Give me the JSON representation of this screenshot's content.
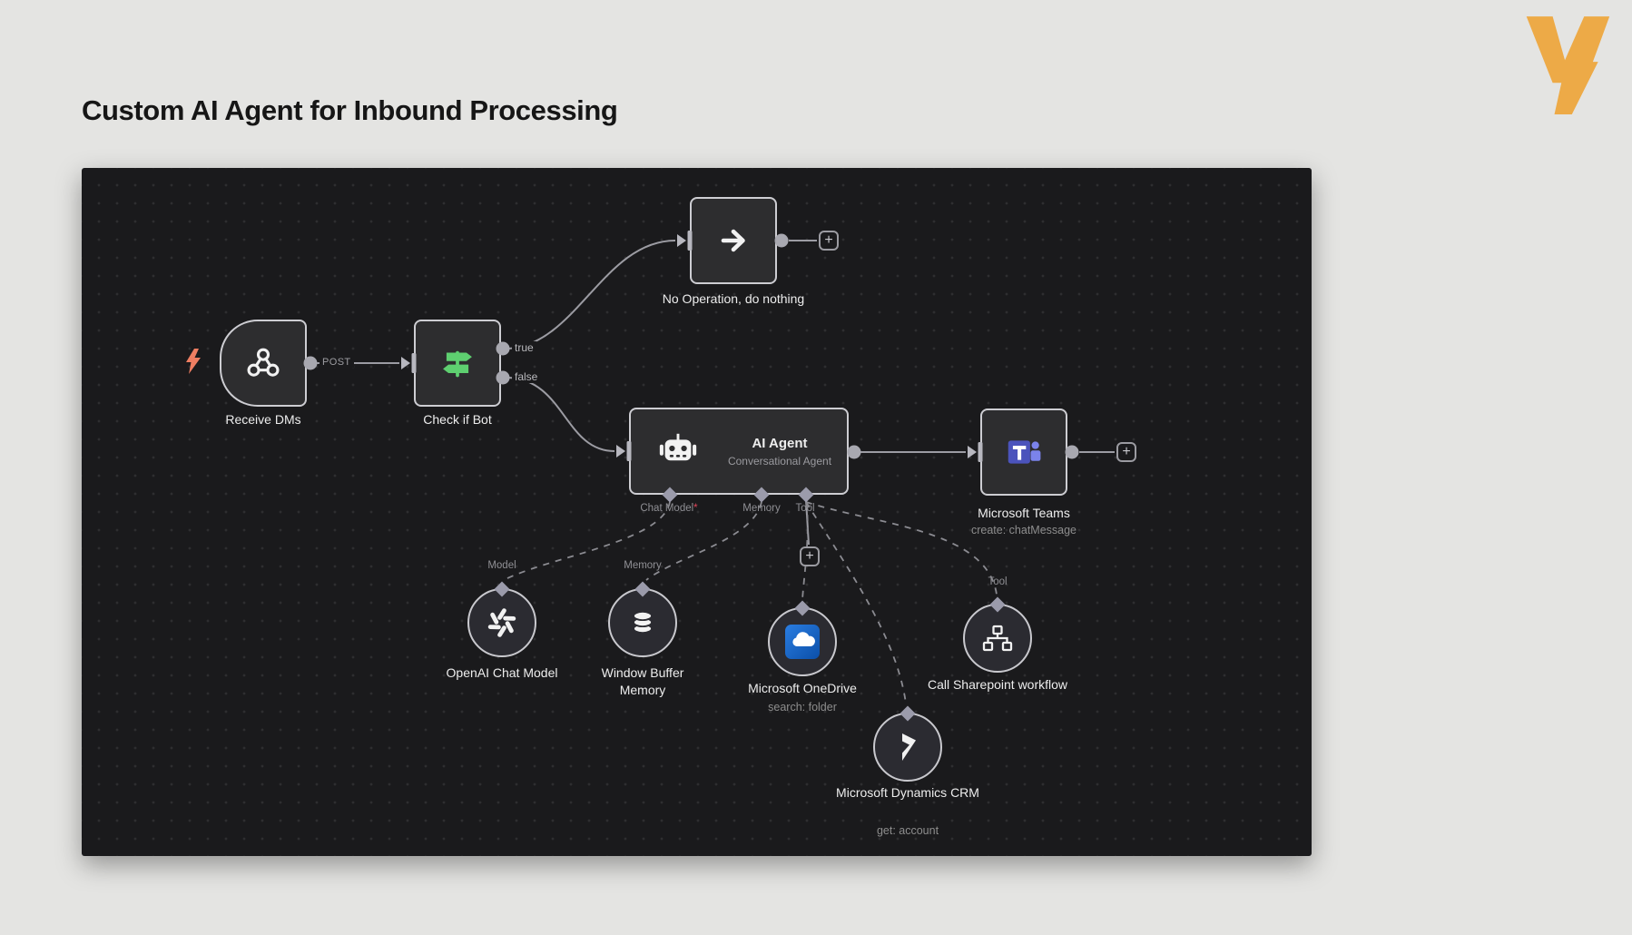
{
  "page": {
    "title": "Custom AI Agent for Inbound Processing"
  },
  "logo": {
    "name": "v-logo",
    "color": "#edaa47"
  },
  "canvas_colors": {
    "background": "#1a1a1c",
    "node_fill": "#2d2d2f",
    "node_border": "#cdcdd2",
    "edge": "#9c9ca3",
    "if_green": "#5ecf70",
    "trigger_bolt": "#ef7e62",
    "teams_purple": "#4b53bc",
    "onedrive_blue": "#1766c2",
    "required_red": "#e0455a"
  },
  "icons": {
    "plus": "+"
  },
  "nodes": {
    "receive_dms": {
      "label": "Receive DMs",
      "output_label": "POST",
      "icon": "webhook-icon"
    },
    "check_if_bot": {
      "label": "Check if Bot",
      "output_true": "true",
      "output_false": "false",
      "icon": "if-signpost-icon"
    },
    "noop": {
      "label": "No Operation, do nothing",
      "icon": "arrow-right-icon"
    },
    "ai_agent": {
      "label": "AI Agent",
      "sublabel": "Conversational Agent",
      "icon": "robot-icon",
      "ports": {
        "chat_model": "Chat Model",
        "chat_model_required": "*",
        "memory": "Memory",
        "tool": "Tool"
      }
    },
    "teams": {
      "label": "Microsoft Teams",
      "sublabel": "create: chatMessage",
      "icon": "teams-icon"
    },
    "openai": {
      "label": "OpenAI Chat Model",
      "port_label": "Model",
      "icon": "openai-icon"
    },
    "buffer_memory": {
      "label": "Window Buffer Memory",
      "port_label": "Memory",
      "icon": "database-icon"
    },
    "onedrive": {
      "label": "Microsoft OneDrive",
      "sublabel": "search: folder",
      "icon": "onedrive-icon"
    },
    "sharepoint": {
      "label": "Call Sharepoint workflow",
      "port_label": "Tool",
      "icon": "sitemap-icon"
    },
    "dynamics": {
      "label": "Microsoft Dynamics CRM",
      "sublabel": "get: account",
      "icon": "dynamics-icon"
    }
  }
}
